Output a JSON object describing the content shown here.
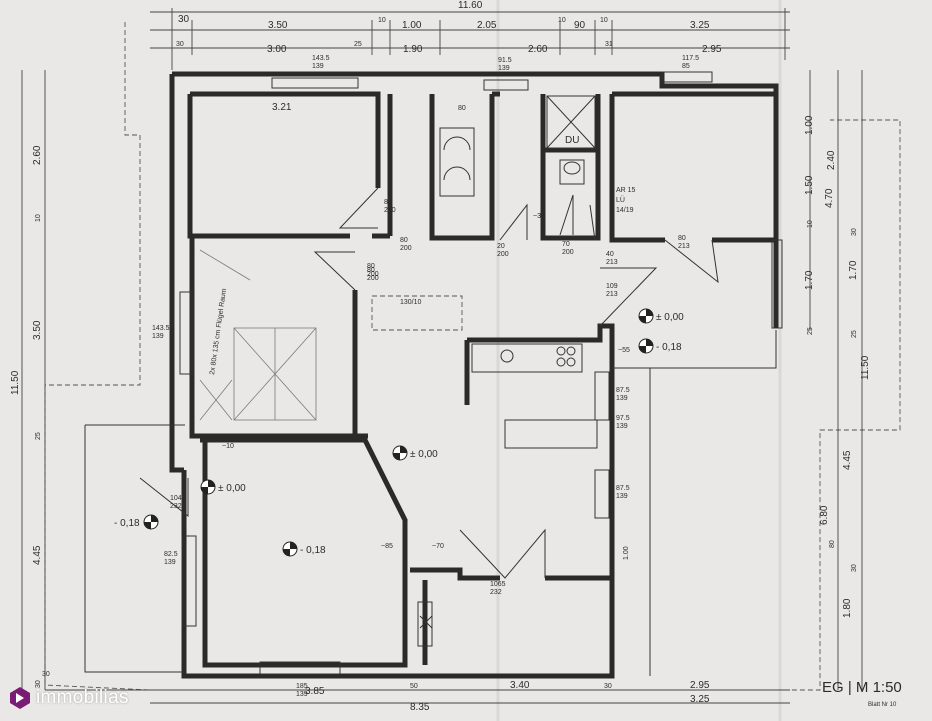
{
  "plan": {
    "scale_label": "EG | M 1:50",
    "small_note": "Blatt Nr 10",
    "top_dims": {
      "overall": "11.60",
      "row1": [
        "30",
        "3.50",
        "10",
        "1.00",
        "2.05",
        "10",
        "90",
        "10",
        "3.25"
      ],
      "row2": [
        "30",
        "3.00",
        "25",
        "1.90",
        "2.60",
        "31",
        "2.95"
      ]
    },
    "bottom_dims": {
      "row1": [
        "30",
        "3.85",
        "50",
        "3.40",
        "30",
        "2.95"
      ],
      "row2": [
        "8.35",
        "3.25"
      ],
      "window": "185\n139"
    },
    "left_dims": {
      "overall": "11.50",
      "segments": [
        "2.60",
        "10",
        "3.50",
        "25",
        "4.45",
        "30"
      ]
    },
    "right_dims": {
      "col1": [
        "1.00",
        "1.50",
        "10",
        "1.70",
        "25"
      ],
      "col2": [
        "2.40",
        "4.70",
        "30",
        "1.70",
        "25",
        "11.50",
        "4.45",
        "6.80",
        "80",
        "30",
        "1.80"
      ]
    },
    "room_labels": {
      "r321": "3.21",
      "r80": "80",
      "du": "DU",
      "ar": "AR 15",
      "lu": "LÜ",
      "lu2": "14/19",
      "r130": "130/10",
      "pencil": "2x 80x 135 cm Flügel Raum"
    },
    "door_labels": [
      "80\n200",
      "80\n200",
      "80\n200",
      "20\n200",
      "~30",
      "70\n200",
      "80\n213",
      "40\n213",
      "109\n213",
      "80\n200",
      "1045\n232",
      "1065\n232",
      "~85",
      "~70"
    ],
    "window_labels": [
      "143.5\n139",
      "91.5\n139",
      "117.5\n85",
      "143.5\n139",
      "87.5\n139",
      "87.5\n139",
      "82.5\n139",
      "97.5\n139"
    ],
    "levels": [
      "± 0,00",
      "- 0,18",
      "± 0,00",
      "± 0,00",
      "- 0,18",
      "- 0,18"
    ],
    "misc": [
      "~10",
      "~55",
      "1.00"
    ]
  },
  "watermark": {
    "text": "immobilias"
  },
  "colors": {
    "paper": "#e9e8e6",
    "ink": "#2a2a2a",
    "logo": "#7a1c73"
  }
}
